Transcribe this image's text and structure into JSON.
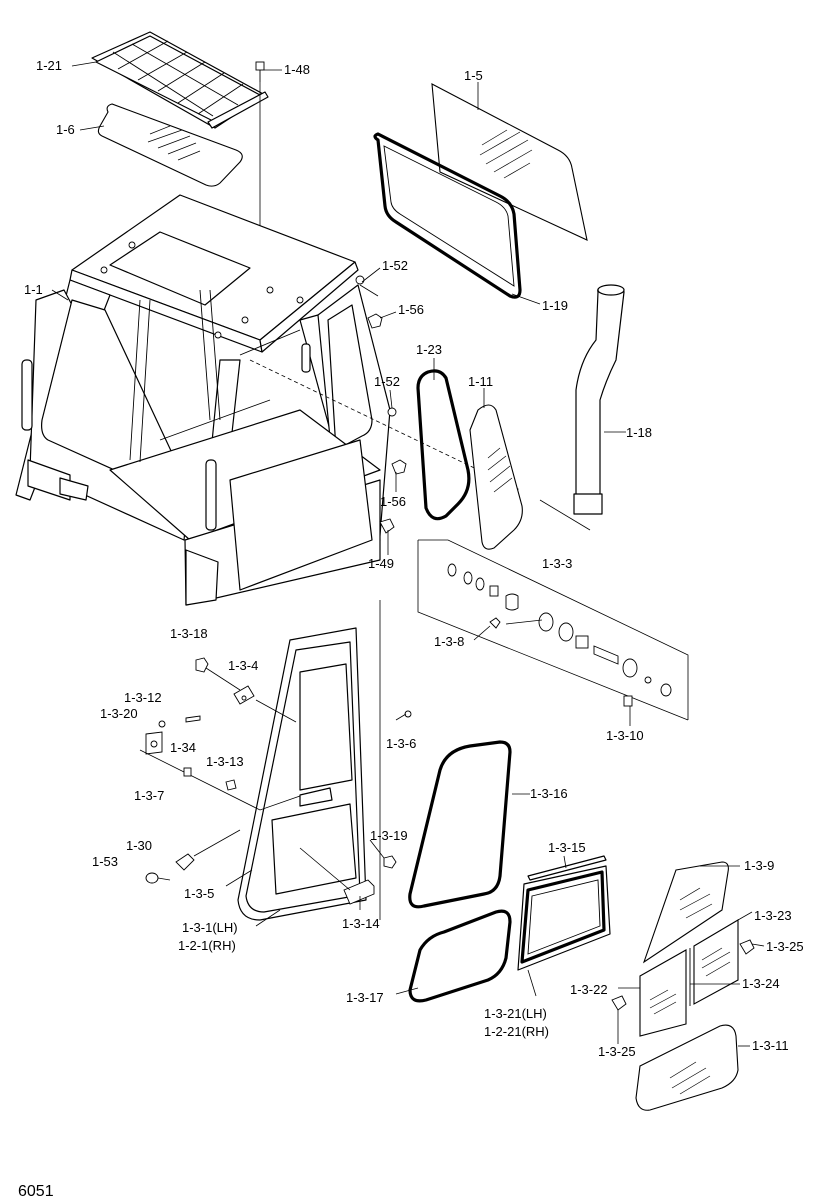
{
  "labels": {
    "l_1_21": "1-21",
    "l_1_48": "1-48",
    "l_1_6": "1-6",
    "l_1_5": "1-5",
    "l_1_19": "1-19",
    "l_1_1": "1-1",
    "l_1_52a": "1-52",
    "l_1_56a": "1-56",
    "l_1_23": "1-23",
    "l_1_11": "1-11",
    "l_1_18": "1-18",
    "l_1_52b": "1-52",
    "l_1_56b": "1-56",
    "l_1_49": "1-49",
    "l_1_3_3": "1-3-3",
    "l_1_3_8": "1-3-8",
    "l_1_3_10": "1-3-10",
    "l_1_3_18": "1-3-18",
    "l_1_3_4": "1-3-4",
    "l_1_3_12": "1-3-12",
    "l_1_3_20": "1-3-20",
    "l_1_34": "1-34",
    "l_1_3_13": "1-3-13",
    "l_1_3_7": "1-3-7",
    "l_1_3_6": "1-3-6",
    "l_1_3_16": "1-3-16",
    "l_1_3_19": "1-3-19",
    "l_1_30": "1-30",
    "l_1_53": "1-53",
    "l_1_3_5": "1-3-5",
    "l_1_3_1_lh": "1-3-1(LH)",
    "l_1_2_1_rh": "1-2-1(RH)",
    "l_1_3_14": "1-3-14",
    "l_1_3_15": "1-3-15",
    "l_1_3_9": "1-3-9",
    "l_1_3_23": "1-3-23",
    "l_1_3_25a": "1-3-25",
    "l_1_3_22": "1-3-22",
    "l_1_3_24": "1-3-24",
    "l_1_3_17": "1-3-17",
    "l_1_3_21_lh": "1-3-21(LH)",
    "l_1_2_21_rh": "1-2-21(RH)",
    "l_1_3_25b": "1-3-25",
    "l_1_3_11": "1-3-11"
  },
  "page_code": "6051"
}
